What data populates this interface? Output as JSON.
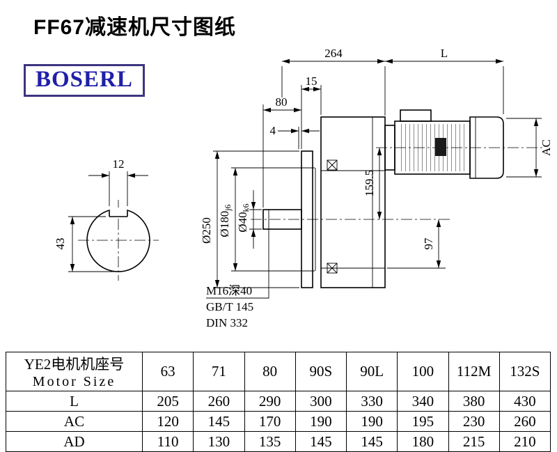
{
  "page": {
    "title": "FF67减速机尺寸图纸"
  },
  "brand": {
    "name": "BOSERL",
    "text_color": "#2020a8",
    "border_color": "#3c3480"
  },
  "drawing": {
    "dim_264": "264",
    "dim_L": "L",
    "dim_15": "15",
    "dim_80": "80",
    "dim_4": "4",
    "dim_AC": "AC",
    "dim_159_5": "159.5",
    "dim_97": "97",
    "dia_250": "Ø250",
    "dia_180": "Ø180",
    "dia_180_tol": "j6",
    "dia_40": "Ø40",
    "dia_40_tol": "k6",
    "dim_12": "12",
    "dim_43": "43",
    "note_tap": "M16深40",
    "note_std1": "GB/T 145",
    "note_std2": "DIN 332"
  },
  "table": {
    "header_cn": "YE2电机机座号",
    "header_en": "Motor Size",
    "motor_sizes": [
      "63",
      "71",
      "80",
      "90S",
      "90L",
      "100",
      "112M",
      "132S"
    ],
    "rows": [
      {
        "label": "L",
        "values": [
          "205",
          "260",
          "290",
          "300",
          "330",
          "340",
          "380",
          "430"
        ]
      },
      {
        "label": "AC",
        "values": [
          "120",
          "145",
          "170",
          "190",
          "190",
          "195",
          "230",
          "260"
        ]
      },
      {
        "label": "AD",
        "values": [
          "110",
          "130",
          "135",
          "145",
          "145",
          "180",
          "215",
          "210"
        ]
      }
    ]
  }
}
